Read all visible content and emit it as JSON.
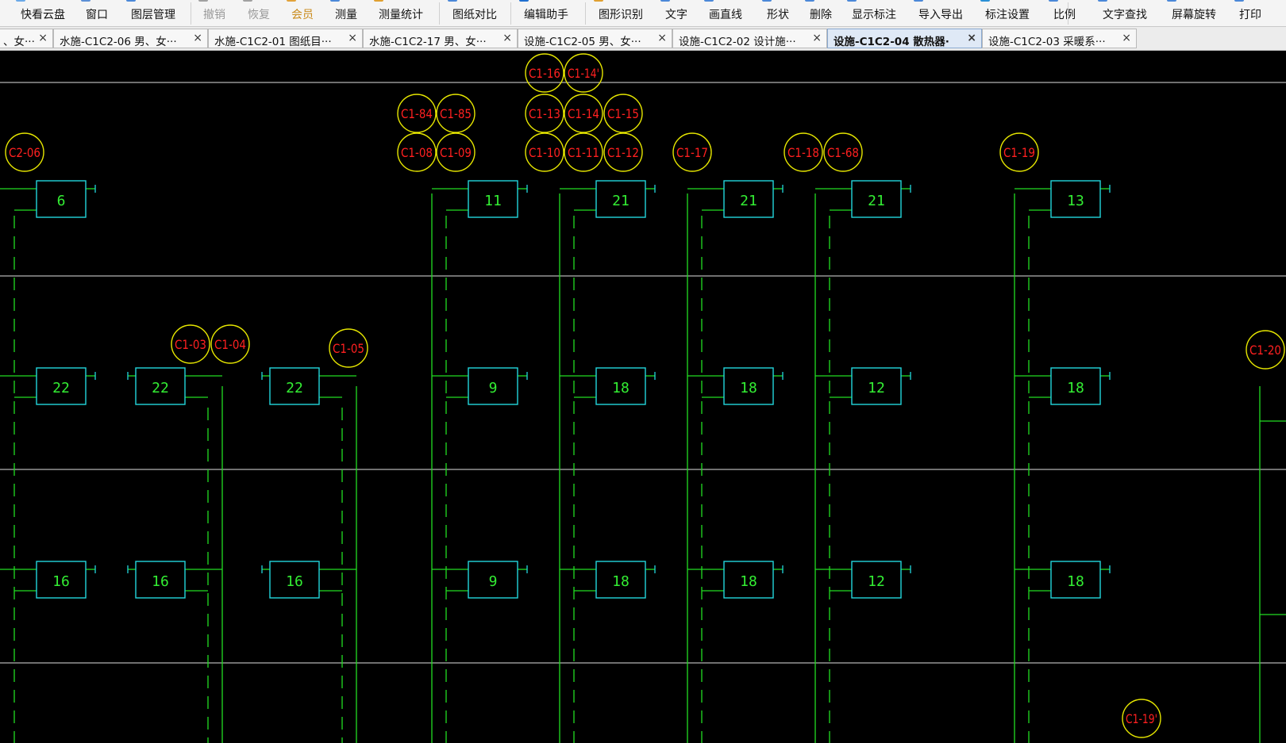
{
  "toolbar": {
    "items": [
      {
        "label": "快看云盘",
        "glyph": "cloud-icon",
        "state": "normal"
      },
      {
        "label": "窗口",
        "glyph": "window-icon",
        "state": "normal"
      },
      {
        "label": "图层管理",
        "glyph": "layers-icon",
        "state": "normal"
      },
      {
        "label": "撤销",
        "glyph": "undo-icon",
        "state": "disabled"
      },
      {
        "label": "恢复",
        "glyph": "redo-icon",
        "state": "disabled"
      },
      {
        "label": "会员",
        "glyph": "member-icon",
        "state": "member"
      },
      {
        "label": "测量",
        "glyph": "ruler-icon",
        "state": "normal"
      },
      {
        "label": "测量统计",
        "glyph": "measure-stats-icon",
        "state": "normal"
      },
      {
        "label": "图纸对比",
        "glyph": "compare-icon",
        "state": "normal"
      },
      {
        "label": "编辑助手",
        "glyph": "edit-assistant-icon",
        "state": "normal"
      },
      {
        "label": "图形识别",
        "glyph": "recognize-icon",
        "state": "normal"
      },
      {
        "label": "文字",
        "glyph": "text-icon",
        "state": "normal"
      },
      {
        "label": "画直线",
        "glyph": "line-icon",
        "state": "normal"
      },
      {
        "label": "形状",
        "glyph": "shape-icon",
        "state": "normal"
      },
      {
        "label": "删除",
        "glyph": "delete-icon",
        "state": "normal"
      },
      {
        "label": "显示标注",
        "glyph": "show-annotation-icon",
        "state": "normal"
      },
      {
        "label": "导入导出",
        "glyph": "import-export-icon",
        "state": "normal"
      },
      {
        "label": "标注设置",
        "glyph": "annotation-settings-icon",
        "state": "normal"
      },
      {
        "label": "比例",
        "glyph": "scale-icon",
        "state": "normal"
      },
      {
        "label": "文字查找",
        "glyph": "find-text-icon",
        "state": "normal"
      },
      {
        "label": "屏幕旋转",
        "glyph": "rotate-screen-icon",
        "state": "normal"
      },
      {
        "label": "打印",
        "glyph": "print-icon",
        "state": "normal"
      }
    ]
  },
  "tabs": [
    {
      "label": "、女···",
      "active": false
    },
    {
      "label": "水施-C1C2-06 男、女···",
      "active": false
    },
    {
      "label": "水施-C1C2-01 图纸目···",
      "active": false
    },
    {
      "label": "水施-C1C2-17 男、女···",
      "active": false
    },
    {
      "label": "设施-C1C2-05 男、女···",
      "active": false
    },
    {
      "label": "设施-C1C2-02 设计施···",
      "active": false
    },
    {
      "label": "设施-C1C2-04 散热器·",
      "active": true
    },
    {
      "label": "设施-C1C2-03 采暖系···",
      "active": false
    }
  ],
  "tab_close_glyph": "×",
  "drawing": {
    "colors": {
      "background": "#000000",
      "pipe": "#22dd22",
      "radiator": "#22d6dd",
      "radiator_text": "#33ee33",
      "callout_ring": "#e6e600",
      "callout_text": "#ff2020",
      "floor_line": "#e0e0e0"
    },
    "radiators": [
      "6",
      "11",
      "21",
      "21",
      "21",
      "13",
      "22",
      "22",
      "22",
      "9",
      "18",
      "18",
      "12",
      "18",
      "16",
      "16",
      "16",
      "9",
      "18",
      "18",
      "12",
      "18"
    ],
    "callouts": [
      "C1-16",
      "C1-14'",
      "C1-84",
      "C1-85",
      "C1-13",
      "C1-14",
      "C1-15",
      "C2-06",
      "C1-08",
      "C1-09",
      "C1-10",
      "C1-11",
      "C1-12",
      "C1-17",
      "C1-18",
      "C1-68",
      "C1-19",
      "C1-03",
      "C1-04",
      "C1-05",
      "C1-20",
      "C1-19'"
    ]
  }
}
